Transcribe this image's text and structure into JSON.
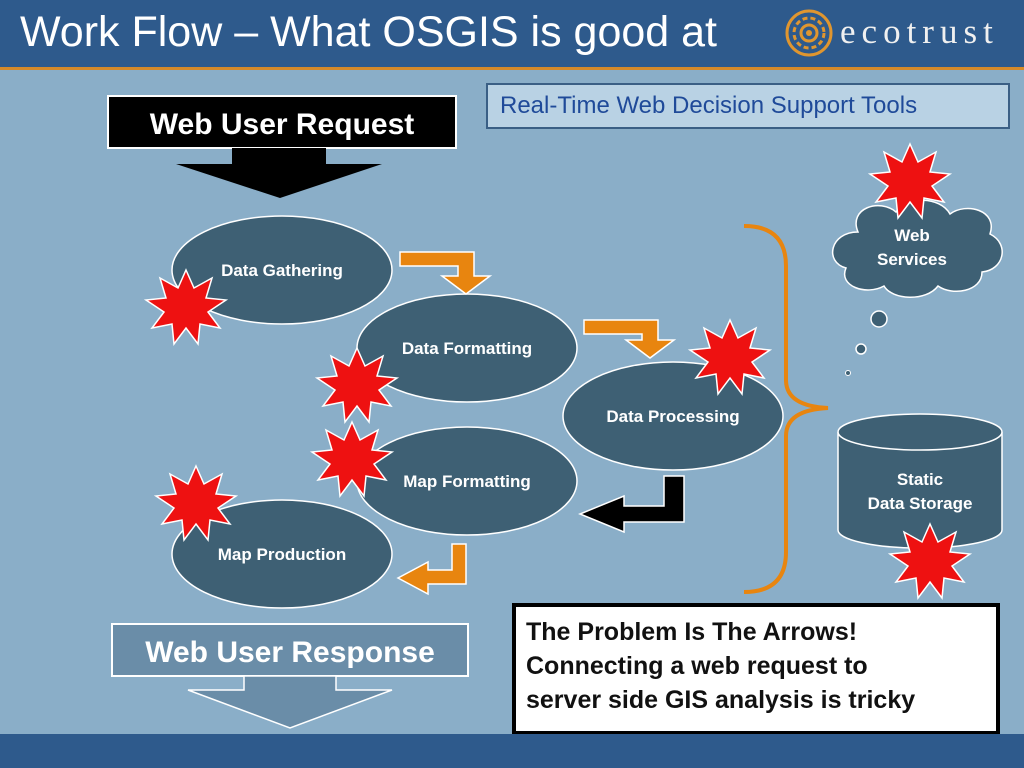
{
  "slide": {
    "title": "Work Flow – What OSGIS is good at",
    "logo_text": "ecotrust",
    "colors": {
      "background": "#8aaec8",
      "header": "#2e5a8c",
      "accent": "#d58a2a",
      "node_fill": "#3e6074",
      "burst": "#ee1111",
      "orange_arrow": "#e8850f"
    }
  },
  "diagram": {
    "request_box": "Web User Request",
    "response_box": "Web User Response",
    "steps": [
      {
        "label": "Data Gathering"
      },
      {
        "label": "Data Formatting"
      },
      {
        "label": "Data Processing"
      },
      {
        "label": "Map Formatting"
      },
      {
        "label": "Map Production"
      }
    ],
    "tools_box": "Real-Time Web Decision Support Tools",
    "cloud": {
      "line1": "Web",
      "line2": "Services"
    },
    "storage": {
      "line1": "Static",
      "line2": "Data Storage"
    },
    "callout": {
      "line1": "The Problem Is The Arrows!",
      "line2": "Connecting a web request to",
      "line3": "server side GIS analysis is tricky"
    }
  }
}
